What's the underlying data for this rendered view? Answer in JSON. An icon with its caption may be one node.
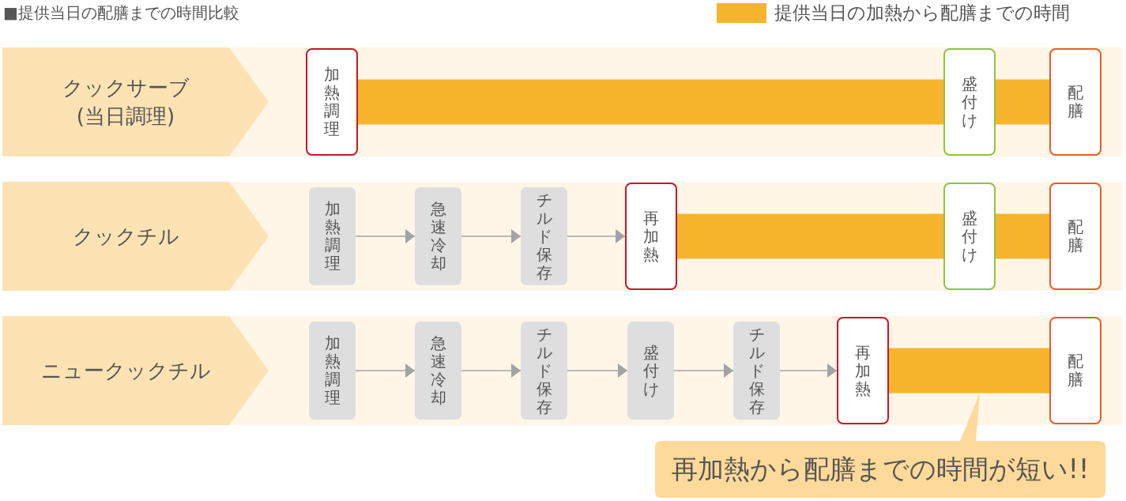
{
  "diagram": {
    "title": "■提供当日の配膳までの時間比較",
    "nodes": [
      {
        "text": [
          "クックサーブ(当日調理)"
        ]
      },
      {
        "text": [
          "加熱調理"
        ]
      },
      {
        "text": [
          "盛付け"
        ]
      },
      {
        "text": [
          "配膳"
        ]
      },
      {
        "text": [
          "クックチル"
        ]
      },
      {
        "text": [
          "加熱調理"
        ]
      },
      {
        "text": [
          "急速冷却"
        ]
      },
      {
        "text": [
          "チルド保存"
        ]
      },
      {
        "text": [
          "再加熱"
        ]
      },
      {
        "text": [
          "盛付け"
        ]
      },
      {
        "text": [
          "配膳"
        ]
      },
      {
        "text": [
          "ニュークックチル"
        ]
      },
      {
        "text": [
          "加熱調理"
        ]
      },
      {
        "text": [
          "急速冷却"
        ]
      },
      {
        "text": [
          "チルド保存"
        ]
      },
      {
        "text": [
          "盛付け"
        ]
      },
      {
        "text": [
          "チルド保存"
        ]
      },
      {
        "text": [
          "再加熱"
        ]
      },
      {
        "text": [
          "配膳"
        ]
      },
      {
        "text": [
          "再加熱から配膳までの時間が短い!!"
        ]
      }
    ],
    "edges": [
      {
        "from": 1,
        "to": 2,
        "arrow": "none",
        "style": "thick",
        "color": "#f6b52d"
      },
      {
        "from": 2,
        "to": 3,
        "arrow": "none",
        "style": "thick",
        "color": "#f6b52d"
      },
      {
        "from": 5,
        "to": 6,
        "arrow": "to"
      },
      {
        "from": 6,
        "to": 7,
        "arrow": "to"
      },
      {
        "from": 7,
        "to": 8,
        "arrow": "to"
      },
      {
        "from": 8,
        "to": 9,
        "arrow": "none",
        "style": "thick",
        "color": "#f6b52d"
      },
      {
        "from": 9,
        "to": 10,
        "arrow": "none",
        "style": "thick",
        "color": "#f6b52d"
      },
      {
        "from": 12,
        "to": 13,
        "arrow": "to"
      },
      {
        "from": 13,
        "to": 14,
        "arrow": "to"
      },
      {
        "from": 14,
        "to": 15,
        "arrow": "to"
      },
      {
        "from": 15,
        "to": 16,
        "arrow": "to"
      },
      {
        "from": 16,
        "to": 17,
        "arrow": "to"
      },
      {
        "from": 17,
        "to": 18,
        "arrow": "none",
        "style": "thick",
        "color": "#f6b52d"
      }
    ],
    "legend": [
      {
        "text": "提供当日の加熱から配膳までの時間",
        "color": "#f6b52d"
      }
    ]
  }
}
